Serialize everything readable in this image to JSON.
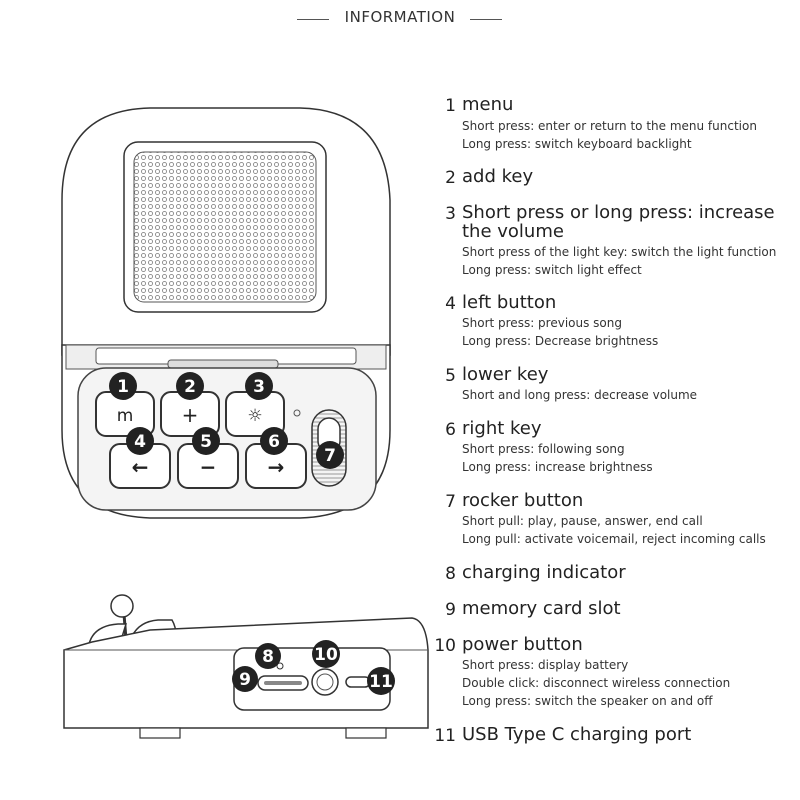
{
  "header": {
    "title": "INFORMATION"
  },
  "icons": {
    "menu_key": "m-glyph-icon",
    "add_key": "plus-icon",
    "light_key": "sun-icon",
    "left_key": "arrow-left-icon",
    "lower_key": "minus-icon",
    "right_key": "arrow-right-icon"
  },
  "callouts": [
    "1",
    "2",
    "3",
    "4",
    "5",
    "6",
    "7",
    "8",
    "9",
    "10",
    "11"
  ],
  "device": {
    "menu_glyph": "m",
    "add_glyph": "+",
    "light_glyph": "☼",
    "minus_glyph": "−",
    "left_glyph": "←",
    "right_glyph": "→"
  },
  "entries": [
    {
      "num": "1",
      "title": "menu",
      "desc": [
        "Short press: enter or return to the menu function",
        "Long press: switch keyboard backlight"
      ]
    },
    {
      "num": "2",
      "title": "add key",
      "desc": []
    },
    {
      "num": "3",
      "title": "Short press or long press: increase the volume",
      "desc": [
        "Short press of the light key: switch the light function",
        "Long press: switch light effect"
      ]
    },
    {
      "num": "4",
      "title": "left button",
      "desc": [
        "Short press: previous song",
        "Long press: Decrease brightness"
      ]
    },
    {
      "num": "5",
      "title": "lower key",
      "desc": [
        "Short and long press: decrease volume"
      ]
    },
    {
      "num": "6",
      "title": "right key",
      "desc": [
        "Short press: following song",
        "Long press: increase brightness"
      ]
    },
    {
      "num": "7",
      "title": "rocker button",
      "desc": [
        "Short pull: play, pause, answer, end call",
        "Long pull: activate voicemail, reject incoming calls"
      ]
    },
    {
      "num": "8",
      "title": "charging indicator",
      "desc": []
    },
    {
      "num": "9",
      "title": "memory card slot",
      "desc": []
    },
    {
      "num": "10",
      "title": "power button",
      "desc": [
        "Short press: display battery",
        "Double click: disconnect wireless connection",
        "Long press: switch the speaker on and off"
      ]
    },
    {
      "num": "11",
      "title": "USB Type C charging port",
      "desc": []
    }
  ]
}
